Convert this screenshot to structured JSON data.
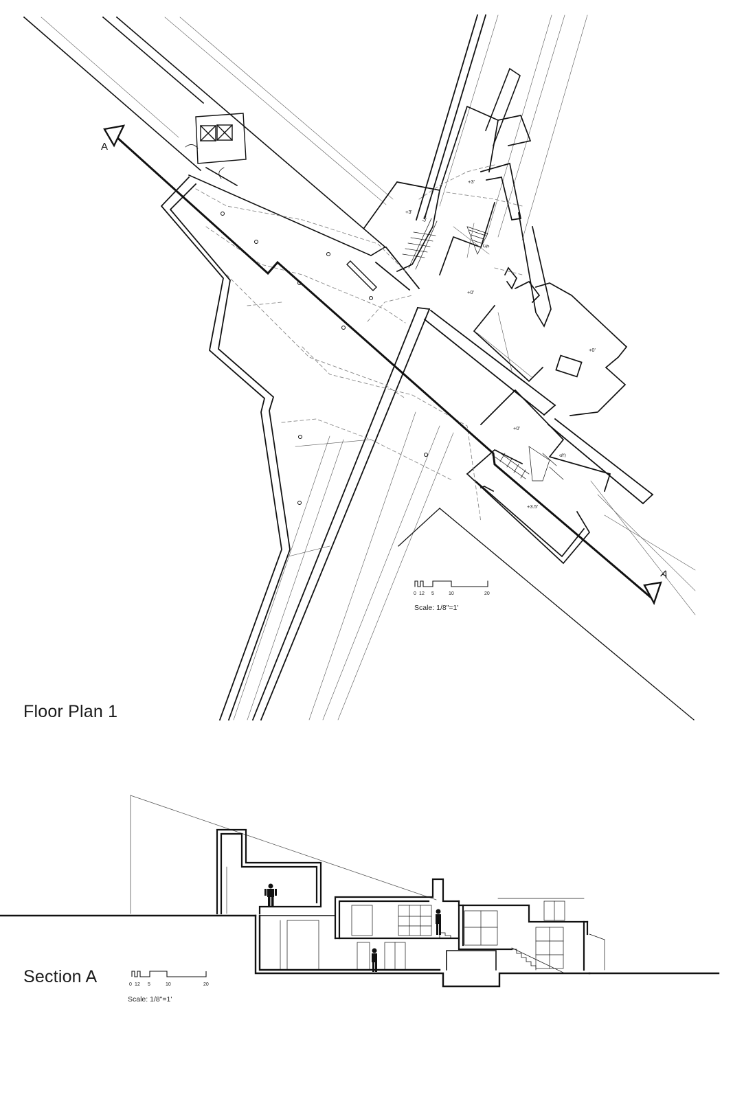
{
  "floor_plan": {
    "title": "Floor Plan 1",
    "section_marker": "A",
    "level_labels": [
      "+3'",
      "+3'",
      "+0'",
      "+0'",
      "+0'",
      "+3.5'"
    ],
    "stair_labels": [
      "UP",
      "UP",
      "UP"
    ],
    "scale_bar": {
      "ticks": [
        "0",
        "1",
        "2",
        "5",
        "10",
        "20"
      ],
      "label": "Scale: 1/8\"=1'"
    }
  },
  "section": {
    "title": "Section A",
    "scale_bar": {
      "ticks": [
        "0",
        "1",
        "2",
        "5",
        "10",
        "20"
      ],
      "label": "Scale: 1/8\"=1'"
    }
  },
  "colors": {
    "line": "#111111",
    "hidden": "#888888",
    "background": "#ffffff"
  }
}
